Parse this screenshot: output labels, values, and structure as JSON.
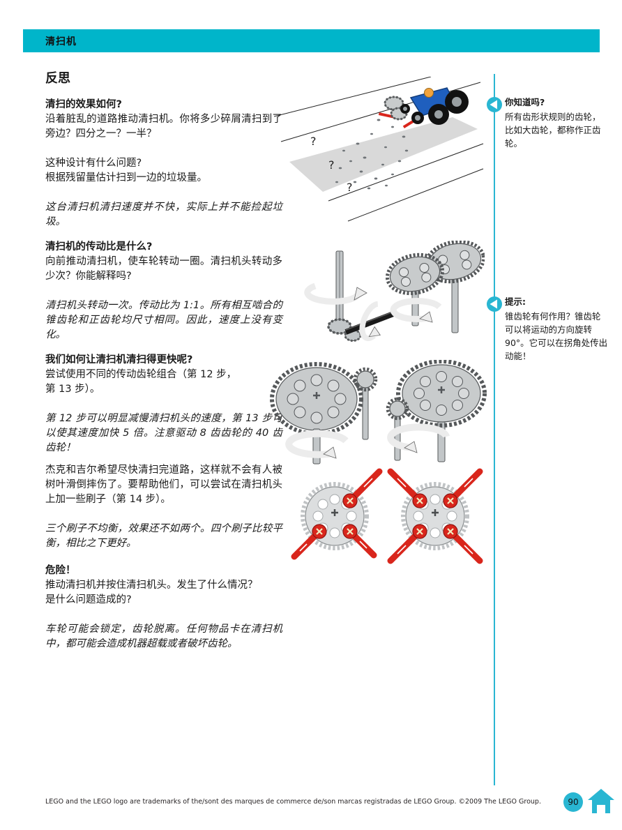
{
  "page": {
    "header_title": "清扫机",
    "title": "反思",
    "colors": {
      "accent": "#00b5ca",
      "icon_cyan": "#29b6d2",
      "brush_red": "#d9261c",
      "gear_gray": "#c8cbcc"
    }
  },
  "sections": [
    {
      "heading": "清扫的效果如何?",
      "q1": "沿着脏乱的道路推动清扫机。你将多少碎屑清扫到了旁边？四分之一？一半？",
      "q2": "这种设计有什么问题?\n根据残留量估计扫到一边的垃圾量。",
      "answer": "这台清扫机清扫速度并不快，实际上并不能捡起垃圾。"
    },
    {
      "heading": "清扫机的传动比是什么?",
      "q1": "向前推动清扫机，使车轮转动一圈。清扫机头转动多少次？你能解释吗?",
      "answer": "清扫机头转动一次。传动比为 1:1。所有相互啮合的锥齿轮和正齿轮均尺寸相同。因此，速度上没有变化。"
    },
    {
      "heading": "我们如何让清扫机清扫得更快呢?",
      "q1": "尝试使用不同的传动齿轮组合（第 12 步，\n第 13 步）。",
      "answer": "第 12 步可以明显减慢清扫机头的速度，第 13 步可以使其速度加快 5 倍。注意驱动 8 齿齿轮的 40 齿齿轮！"
    },
    {
      "q1": "杰克和吉尔希望尽快清扫完道路，这样就不会有人被树叶滑倒摔伤了。要帮助他们，可以尝试在清扫机头上加一些刷子（第 14 步）。",
      "answer": "三个刷子不均衡，效果还不如两个。四个刷子比较平衡，相比之下更好。"
    },
    {
      "heading": "危险！",
      "q1": "推动清扫机并按住清扫机头。发生了什么情况？\n是什么问题造成的?",
      "answer": "车轮可能会锁定，齿轮脱离。任何物品卡在清扫机中，都可能会造成机器超载或者破坏齿轮。"
    }
  ],
  "sidebar": {
    "callouts": [
      {
        "title": "你知道吗?",
        "body": "所有齿形状规则的齿轮，比如大齿轮，都称作正齿轮。"
      },
      {
        "title": "提示:",
        "body": "锥齿轮有何作用？锥齿轮可以将运动的方向旋转 90°。它可以在拐角处传出动能！"
      }
    ]
  },
  "figures": {
    "road_scene": {
      "qmarks": [
        "?",
        "?",
        "?"
      ]
    }
  },
  "footer": {
    "legal": "LEGO and the LEGO logo are trademarks of the/sont des marques de commerce de/son marcas registradas de LEGO Group. ©2009 The LEGO Group.",
    "page_number": "90"
  }
}
